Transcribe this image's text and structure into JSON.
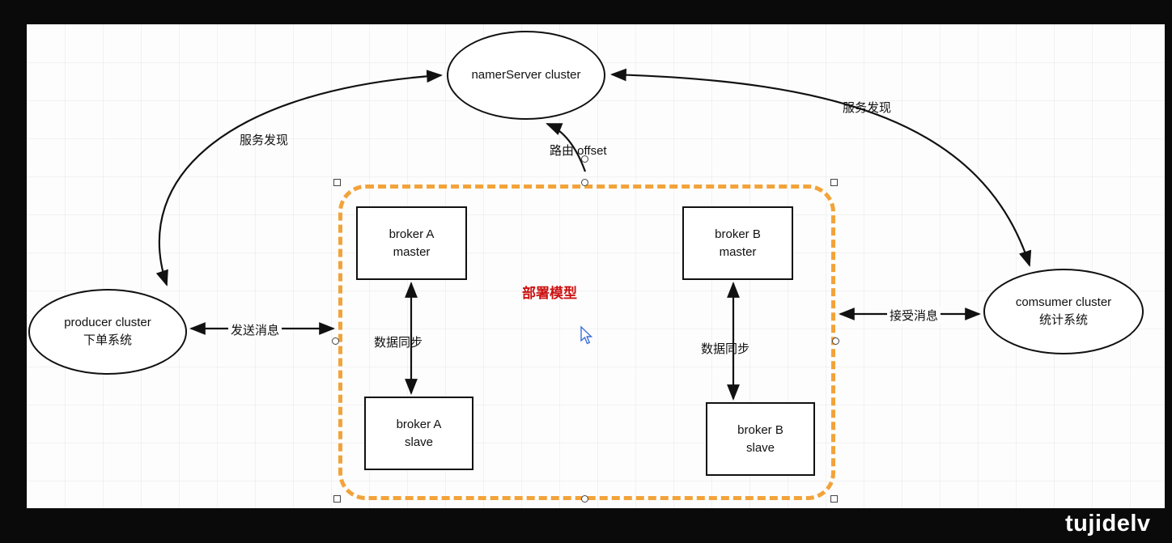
{
  "watermark": "tujidelv",
  "colors": {
    "selection_dash_orange": "#F2A33A",
    "deploy_label_red": "#CC1111",
    "connector_black": "#111111",
    "canvas_white": "#FDFDFD",
    "letterbox_black": "#0A0A0A",
    "watermark_white": "#FFFFFF"
  },
  "diagram": {
    "nodes": {
      "nameserver": {
        "label": "namerServer cluster"
      },
      "producer": {
        "label": "producer cluster",
        "sublabel": "下单系统"
      },
      "consumer": {
        "label": "comsumer cluster",
        "sublabel": "统计系统"
      },
      "broker_a_master": {
        "line1": "broker A",
        "line2": "master"
      },
      "broker_a_slave": {
        "line1": "broker A",
        "line2": "slave"
      },
      "broker_b_master": {
        "line1": "broker B",
        "line2": "master"
      },
      "broker_b_slave": {
        "line1": "broker B",
        "line2": "slave"
      }
    },
    "labels": {
      "deploy_model": "部署模型",
      "service_discovery_left": "服务发现",
      "service_discovery_right": "服务发现",
      "route_offset": "路由 offset",
      "send_message": "发送消息",
      "receive_message": "接受消息",
      "data_sync_a": "数据同步",
      "data_sync_b": "数据同步"
    }
  }
}
